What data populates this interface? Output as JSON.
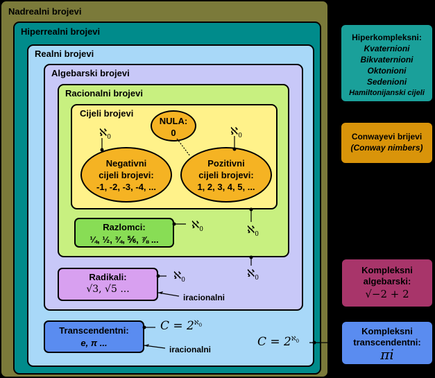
{
  "colors": {
    "nadrealni": "#7b7a3a",
    "hiperrealni": "#008b8b",
    "realni": "#a8d8f8",
    "algebarski": "#c8c8f8",
    "racionalni": "#c8f080",
    "cijeli": "#fff28a",
    "nula": "#f5b323",
    "razlomci": "#88dd55",
    "radikali": "#d8a0f0",
    "transcendentni": "#5a8cf0",
    "hiperkompleksni": "#1aa09a",
    "conway": "#d9940a",
    "kompleksni_algebarski": "#a8356a",
    "kompleksni_transcendentni": "#5a8cf0"
  },
  "sets": {
    "nadrealni": "Nadrealni brojevi",
    "hiperrealni": "Hiperrealni brojevi",
    "realni": "Realni brojevi",
    "algebarski": "Algebarski brojevi",
    "racionalni": "Racionalni brojevi",
    "cijeli": "Cijeli brojevi"
  },
  "nula": {
    "line1": "NULA:",
    "line2": "0"
  },
  "negativni": {
    "line1": "Negativni",
    "line2": "cijeli brojevi:",
    "line3": "-1, -2, -3, -4, ..."
  },
  "pozitivni": {
    "line1": "Pozitivni",
    "line2": "cijeli brojevi:",
    "line3": "1, 2, 3, 4, 5, ..."
  },
  "razlomci": {
    "title": "Razlomci:",
    "values": "¼, ½, ¾, ⅚, ⅞ ..."
  },
  "radikali": {
    "title": "Radikali:",
    "values": "√3, √5  ..."
  },
  "transcendentni": {
    "title": "Transcendentni:",
    "values": "e, π ..."
  },
  "iracionalni": "iracionalni",
  "aleph": "ℵ",
  "aleph_sub": "0",
  "cardinal_c": "C = 2",
  "side": {
    "hiperkompleksni": {
      "title": "Hiperkompleksni:",
      "items": [
        "Kvaternioni",
        "Bikvaternioni",
        "Oktonioni",
        "Sedenioni",
        "Hamiltonijanski cijeli"
      ]
    },
    "conway": {
      "title": "Conwayevi brijevi",
      "subtitle": "(Conway nimbers)"
    },
    "kompleksni_algebarski": {
      "title_1": "Kompleksni",
      "title_2": "algebarski:",
      "formula": "√−2 + 2"
    },
    "kompleksni_transcendentni": {
      "title_1": "Kompleksni",
      "title_2": "transcendentni:",
      "formula": "πi"
    }
  }
}
